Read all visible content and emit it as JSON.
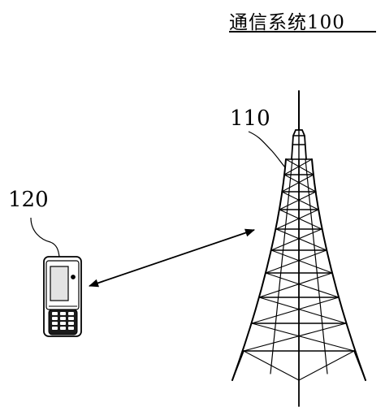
{
  "figure": {
    "title": "通信系统100",
    "tower_label": "110",
    "phone_label": "120"
  },
  "icons": {
    "tower": "transmission-tower-icon",
    "phone": "mobile-phone-icon",
    "link": "double-arrow-icon"
  },
  "colors": {
    "line": "#000000",
    "screen": "#e3e3e3",
    "background": "#ffffff"
  }
}
